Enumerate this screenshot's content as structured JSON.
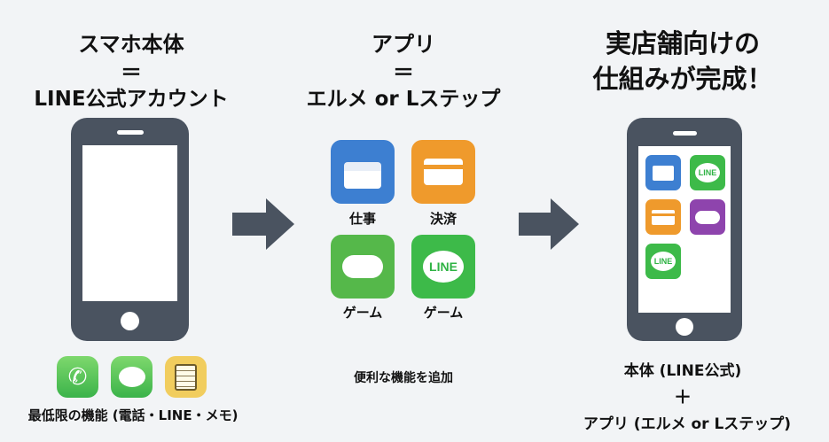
{
  "left": {
    "title": [
      "スマホ本体",
      "＝",
      "LINE公式アカウント"
    ],
    "caption": "最低限の機能 (電話・LINE・メモ)",
    "icons": [
      "phone-icon",
      "message-icon",
      "notepad-icon"
    ]
  },
  "middle": {
    "title": [
      "アプリ",
      "＝",
      "エルメ or Lステップ"
    ],
    "apps": [
      {
        "label": "仕事",
        "icon": "briefcase",
        "color": "#3d7fd1"
      },
      {
        "label": "決済",
        "icon": "credit-card",
        "color": "#ef9a2c"
      },
      {
        "label": "ゲーム",
        "icon": "gamepad",
        "color": "#55b84a"
      },
      {
        "label": "ゲーム",
        "icon": "line",
        "color": "#3dba49"
      }
    ],
    "caption": "便利な機能を追加",
    "line_text": "LINE"
  },
  "right": {
    "title": [
      "実店舗向けの",
      "仕組みが完成！"
    ],
    "result": [
      "本体 (LINE公式)",
      "＋",
      "アプリ (エルメ or Lステップ)"
    ]
  },
  "colors": {
    "phone": "#4a5360",
    "arrow": "#4a5360",
    "bg": "#f2f4f6"
  }
}
